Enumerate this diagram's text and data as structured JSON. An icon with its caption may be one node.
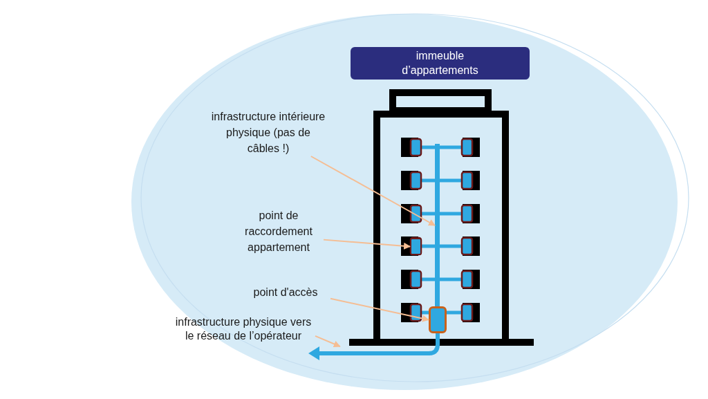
{
  "diagram": {
    "nodes": [
      {
        "text": [
          "immeuble d’appartements"
        ]
      },
      {
        "text": [
          "infrastructure intérieure physique (pas de câbles !)"
        ]
      },
      {
        "text": [
          "point de raccordement appartement"
        ]
      },
      {
        "text": [
          "point d'accès"
        ]
      },
      {
        "text": [
          "infrastructure physique vers le réseau de l’opérateur"
        ]
      },
      {
        "text": [],
        "shape": "bar"
      },
      {
        "text": [],
        "shape": "box"
      },
      {
        "text": [],
        "shape": "box"
      },
      {
        "text": [],
        "shape": "bar"
      }
    ],
    "edges": [
      {
        "from": 1,
        "to": 5,
        "arrow": "to"
      },
      {
        "from": 2,
        "to": 6,
        "arrow": "to"
      },
      {
        "from": 3,
        "to": 7,
        "arrow": "to"
      },
      {
        "from": 4,
        "to": 8,
        "arrow": "to"
      }
    ]
  }
}
